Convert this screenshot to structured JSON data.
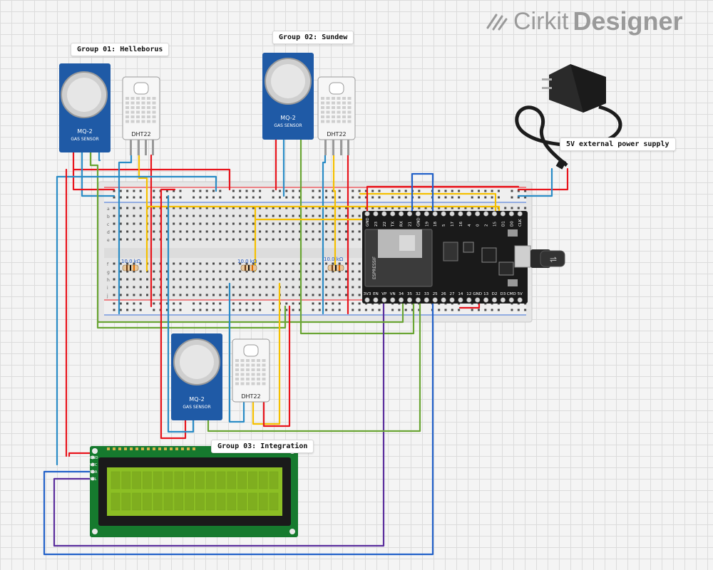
{
  "app": {
    "brand_light": "Cirkit",
    "brand_bold": "Designer",
    "brand_icon": "cirkit-logo-icon"
  },
  "groups": [
    {
      "id": "g1",
      "label": "Group 01: Helleborus"
    },
    {
      "id": "g2",
      "label": "Group 02: Sundew"
    },
    {
      "id": "g3",
      "label": "Group 03: Integration"
    }
  ],
  "power_supply": {
    "label": "5V external power supply"
  },
  "sensors": {
    "mq2_line1": "MQ-2",
    "mq2_line2": "GAS SENSOR",
    "dht": "DHT22"
  },
  "resistor": {
    "label": "10.0 kΩ"
  },
  "esp32": {
    "brand": "ESPRESSIF",
    "top_pins": [
      "GND",
      "23",
      "22",
      "TX",
      "RX",
      "21",
      "GND",
      "19",
      "18",
      "5",
      "17",
      "16",
      "4",
      "0",
      "2",
      "15",
      "D1",
      "D0",
      "CLK"
    ],
    "bottom_pins": [
      "3V3",
      "EN",
      "VP",
      "VN",
      "34",
      "35",
      "32",
      "33",
      "25",
      "26",
      "27",
      "14",
      "12",
      "GND",
      "13",
      "D2",
      "D3",
      "CMD",
      "5V"
    ]
  },
  "lcd": {
    "pins": [
      "GND",
      "VCC",
      "SDA",
      "SCL"
    ]
  },
  "breadboard": {
    "row_letters_top": [
      "a",
      "b",
      "c",
      "d",
      "e"
    ],
    "row_letters_bottom": [
      "f",
      "g",
      "h",
      "i",
      "j"
    ]
  },
  "colors": {
    "wire_red": "#e8141c",
    "wire_blue": "#2a8cc6",
    "wire_yellow": "#f5c000",
    "wire_green": "#6aa534",
    "wire_purple": "#5a2d9c",
    "wire_darkblue": "#2261c9",
    "sensor_blue": "#1f5aa6",
    "lcd_green": "#8cbf24",
    "board_black": "#1a1a1a"
  }
}
